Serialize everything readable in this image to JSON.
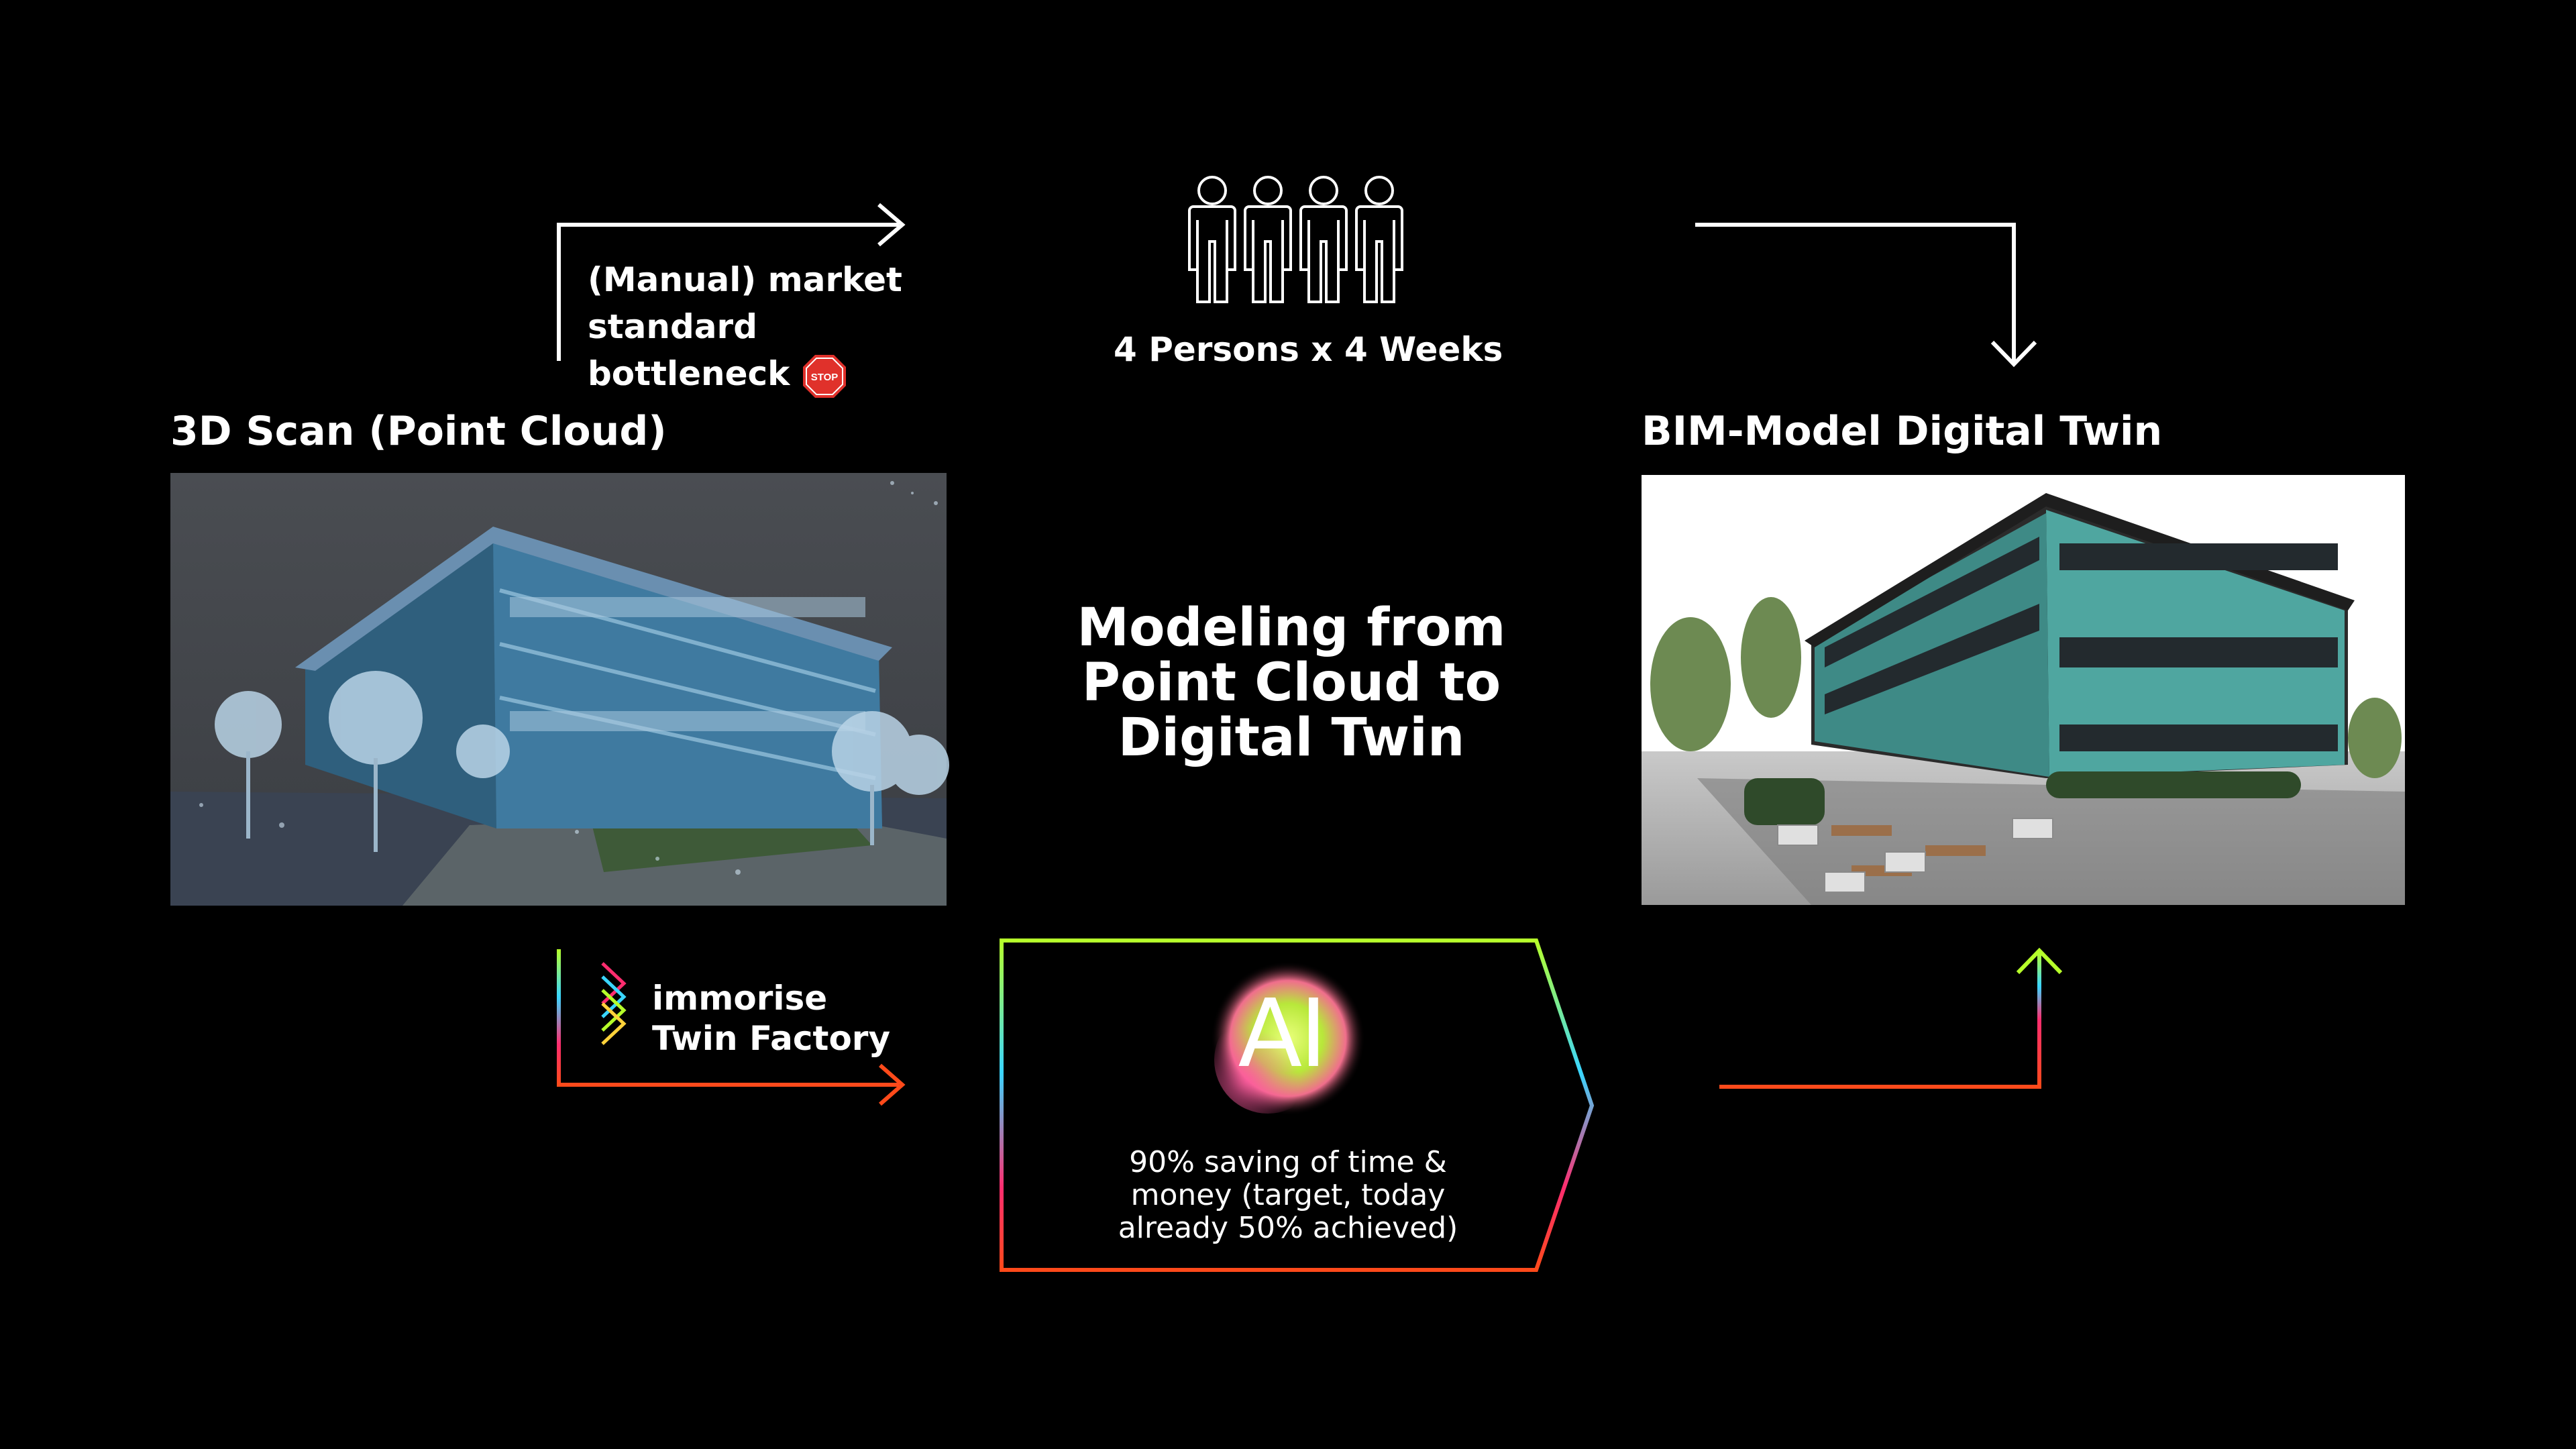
{
  "left": {
    "title": "3D Scan (Point Cloud)"
  },
  "right": {
    "title": "BIM-Model Digital Twin"
  },
  "manual_path": {
    "label_line1": "(Manual) market standard",
    "label_line2": "bottleneck",
    "stop_sign_text": "STOP",
    "team_caption": "4 Persons x 4 Weeks"
  },
  "center": {
    "line1": "Modeling from",
    "line2": "Point Cloud to",
    "line3": "Digital Twin"
  },
  "factory": {
    "line1": "immorise",
    "line2": "Twin Factory"
  },
  "ai_box": {
    "ai_label": "AI",
    "line1": "90% saving of time &",
    "line2": "money (target, today",
    "line3": "already 50% achieved)"
  },
  "colors": {
    "background": "#000000",
    "arrow_white": "#ffffff",
    "gradient": [
      "#b6ff2a",
      "#3ad6ff",
      "#ff2d6f",
      "#ff4a1a"
    ],
    "scan_tint": "#3f7aa0",
    "bim_teal": "#4fa6a0"
  }
}
